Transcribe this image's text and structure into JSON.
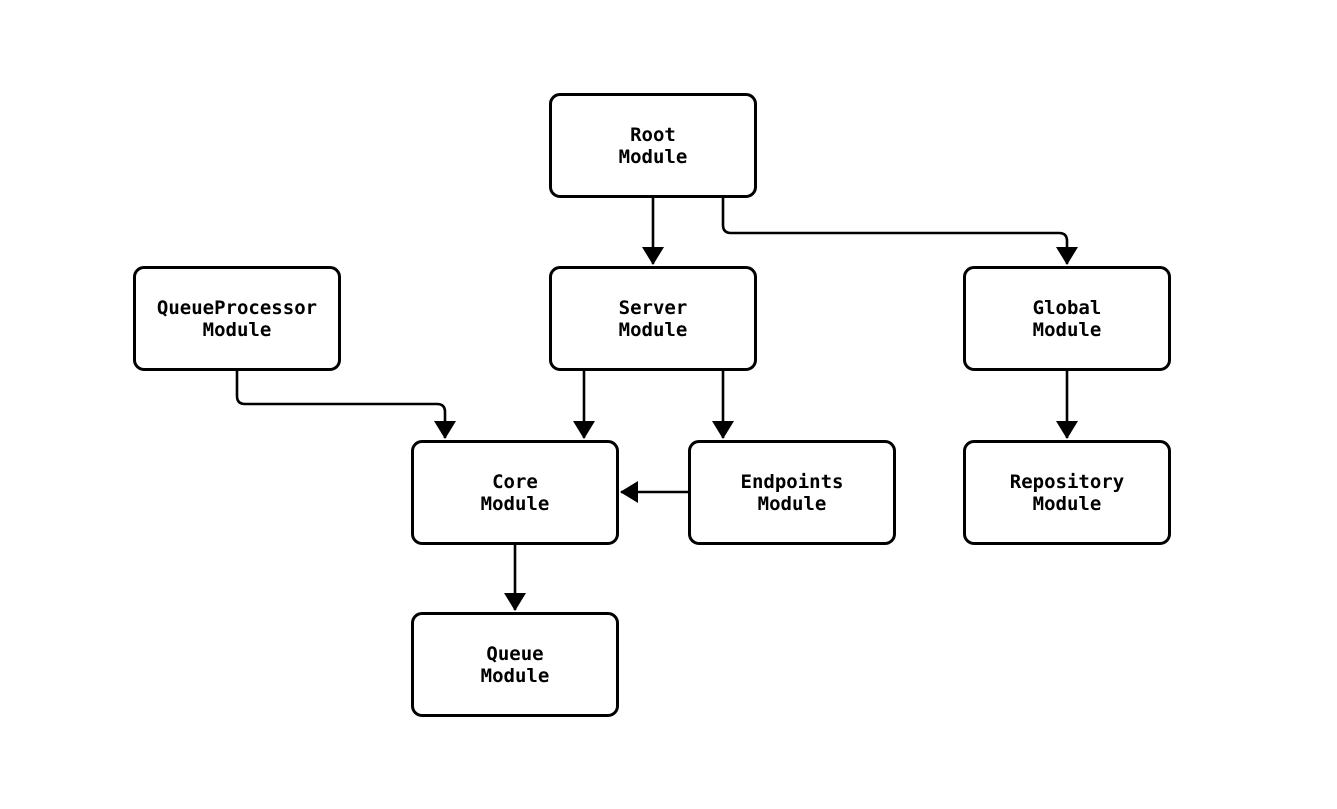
{
  "diagram": {
    "type": "module-dependency-flowchart",
    "nodes": {
      "root": {
        "line1": "Root",
        "line2": "Module"
      },
      "queueprocessor": {
        "line1": "QueueProcessor",
        "line2": "Module"
      },
      "server": {
        "line1": "Server",
        "line2": "Module"
      },
      "global": {
        "line1": "Global",
        "line2": "Module"
      },
      "core": {
        "line1": "Core",
        "line2": "Module"
      },
      "endpoints": {
        "line1": "Endpoints",
        "line2": "Module"
      },
      "repository": {
        "line1": "Repository",
        "line2": "Module"
      },
      "queue": {
        "line1": "Queue",
        "line2": "Module"
      }
    },
    "edges": [
      {
        "from": "Root Module",
        "to": "Server Module"
      },
      {
        "from": "Root Module",
        "to": "Global Module"
      },
      {
        "from": "QueueProcessor Module",
        "to": "Core Module"
      },
      {
        "from": "Server Module",
        "to": "Core Module"
      },
      {
        "from": "Server Module",
        "to": "Endpoints Module"
      },
      {
        "from": "Endpoints Module",
        "to": "Core Module"
      },
      {
        "from": "Global Module",
        "to": "Repository Module"
      },
      {
        "from": "Core Module",
        "to": "Queue Module"
      }
    ],
    "colors": {
      "stroke": "#000000",
      "node_fill": "#ffffff",
      "background": "#ffffff"
    }
  }
}
